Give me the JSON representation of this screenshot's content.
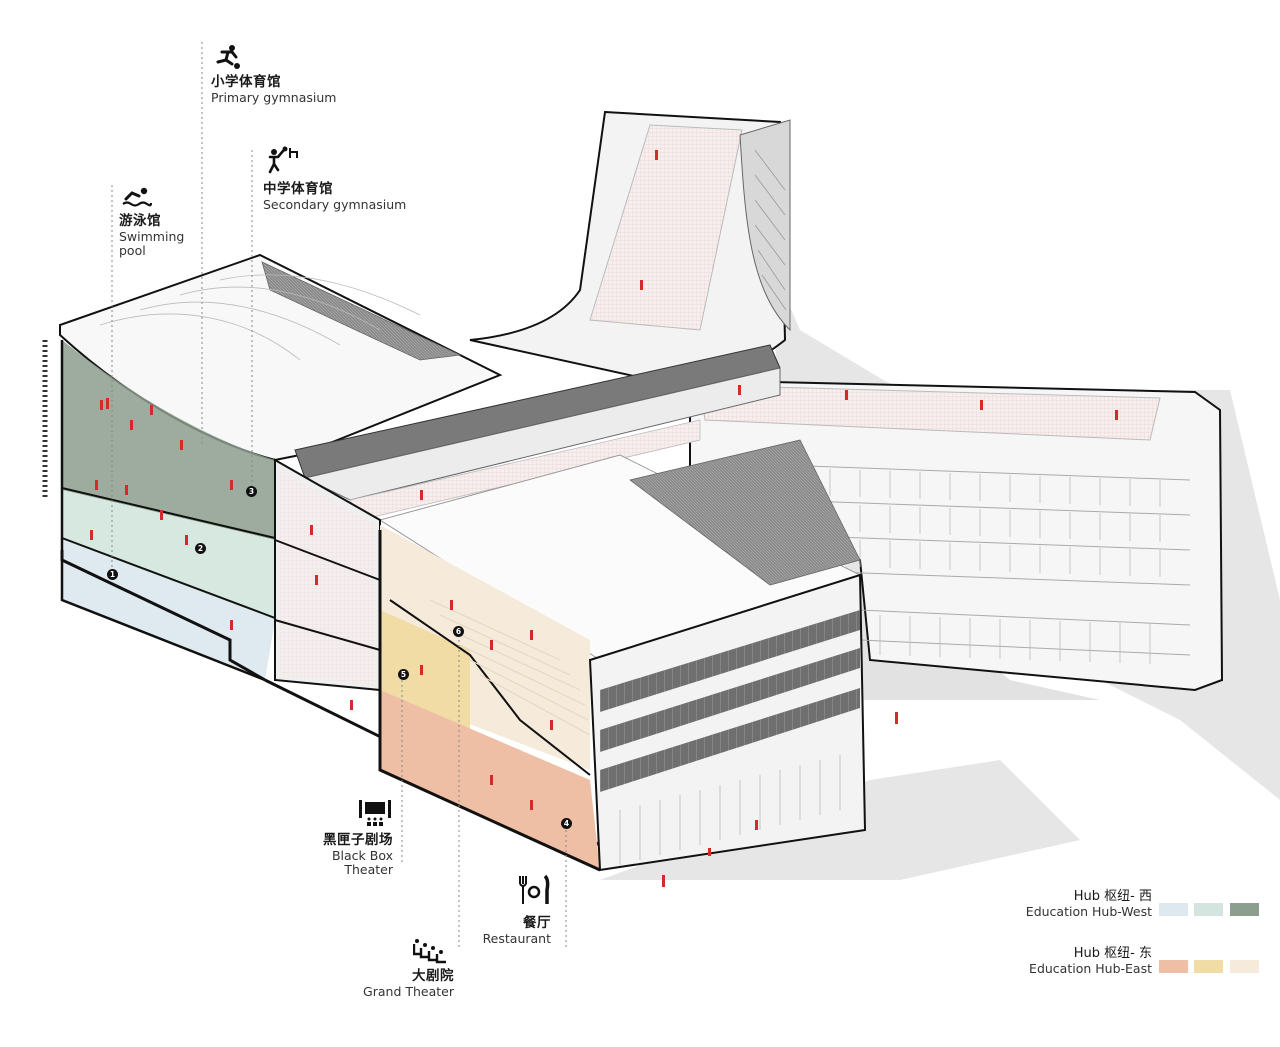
{
  "diagram": {
    "type": "architectural-axonometric-section",
    "subject": "Education hub building with program zones"
  },
  "programs": [
    {
      "id": "primary-gym",
      "zh": "小学体育馆",
      "en": "Primary gymnasium",
      "icon": "soccer-player-icon"
    },
    {
      "id": "secondary-gym",
      "zh": "中学体育馆",
      "en": "Secondary gymnasium",
      "icon": "basketball-player-icon"
    },
    {
      "id": "swimming-pool",
      "zh": "游泳馆",
      "en_line1": "Swimming",
      "en_line2": "pool",
      "icon": "swimmer-icon"
    },
    {
      "id": "black-box-theater",
      "zh": "黑匣子剧场",
      "en": "Black Box Theater",
      "icon": "stage-audience-icon"
    },
    {
      "id": "restaurant",
      "zh": "餐厅",
      "en": "Restaurant",
      "icon": "fork-plate-knife-icon"
    },
    {
      "id": "grand-theater",
      "zh": "大剧院",
      "en": "Grand Theater",
      "icon": "tiered-seating-icon"
    }
  ],
  "markers": [
    "1",
    "2",
    "3",
    "4",
    "5",
    "6"
  ],
  "legend": {
    "west": {
      "title_zh": "Hub 枢纽- 西",
      "title_en": "Education Hub-West",
      "colors": [
        "#dde8ef",
        "#d3e5de",
        "#8c9e8e"
      ]
    },
    "east": {
      "title_zh": "Hub 枢纽- 东",
      "title_en": "Education Hub-East",
      "colors": [
        "#eebfa5",
        "#f1dca5",
        "#f6eadb"
      ]
    }
  },
  "colors": {
    "people": "#d42a2a",
    "outline": "#111111",
    "roof_dark": "#7c7c7c",
    "shadow": "#e4e4e4",
    "west_light": "#dde8ef",
    "west_mid": "#cfe2da",
    "west_dark": "#8c9e8e",
    "east_red": "#eebfa5",
    "east_yellow": "#f1dca5",
    "east_cream": "#f6eadb"
  }
}
